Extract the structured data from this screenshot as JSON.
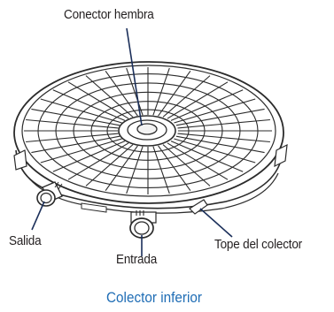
{
  "labels": {
    "female_connector": "Conector hembra",
    "outlet": "Salida",
    "inlet": "Entrada",
    "collector_stop": "Tope del colector"
  },
  "caption": {
    "text": "Colector inferior",
    "color": "#1f6db5"
  },
  "line_color": "#2b2b2b",
  "leader_color": "#1b2f5a"
}
